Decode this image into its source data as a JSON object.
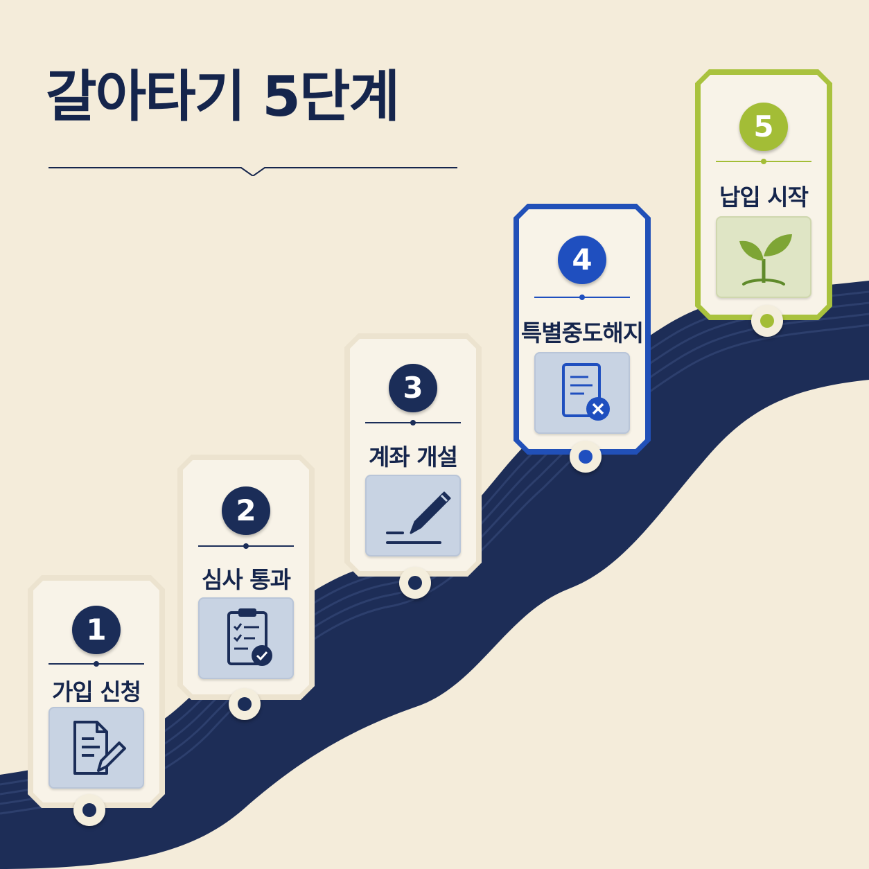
{
  "title": "갈아타기 5단계",
  "colors": {
    "background": "#f4ecda",
    "navy": "#1b2d58",
    "blue": "#1f4fbf",
    "green": "#a3bd36"
  },
  "steps": [
    {
      "number": "1",
      "label": "가입 신청",
      "icon": "document-edit-icon"
    },
    {
      "number": "2",
      "label": "심사 통과",
      "icon": "clipboard-check-icon"
    },
    {
      "number": "3",
      "label": "계좌 개설",
      "icon": "pen-signature-icon"
    },
    {
      "number": "4",
      "label": "특별중도해지",
      "icon": "document-cancel-icon"
    },
    {
      "number": "5",
      "label": "납입 시작",
      "icon": "sprout-icon"
    }
  ]
}
